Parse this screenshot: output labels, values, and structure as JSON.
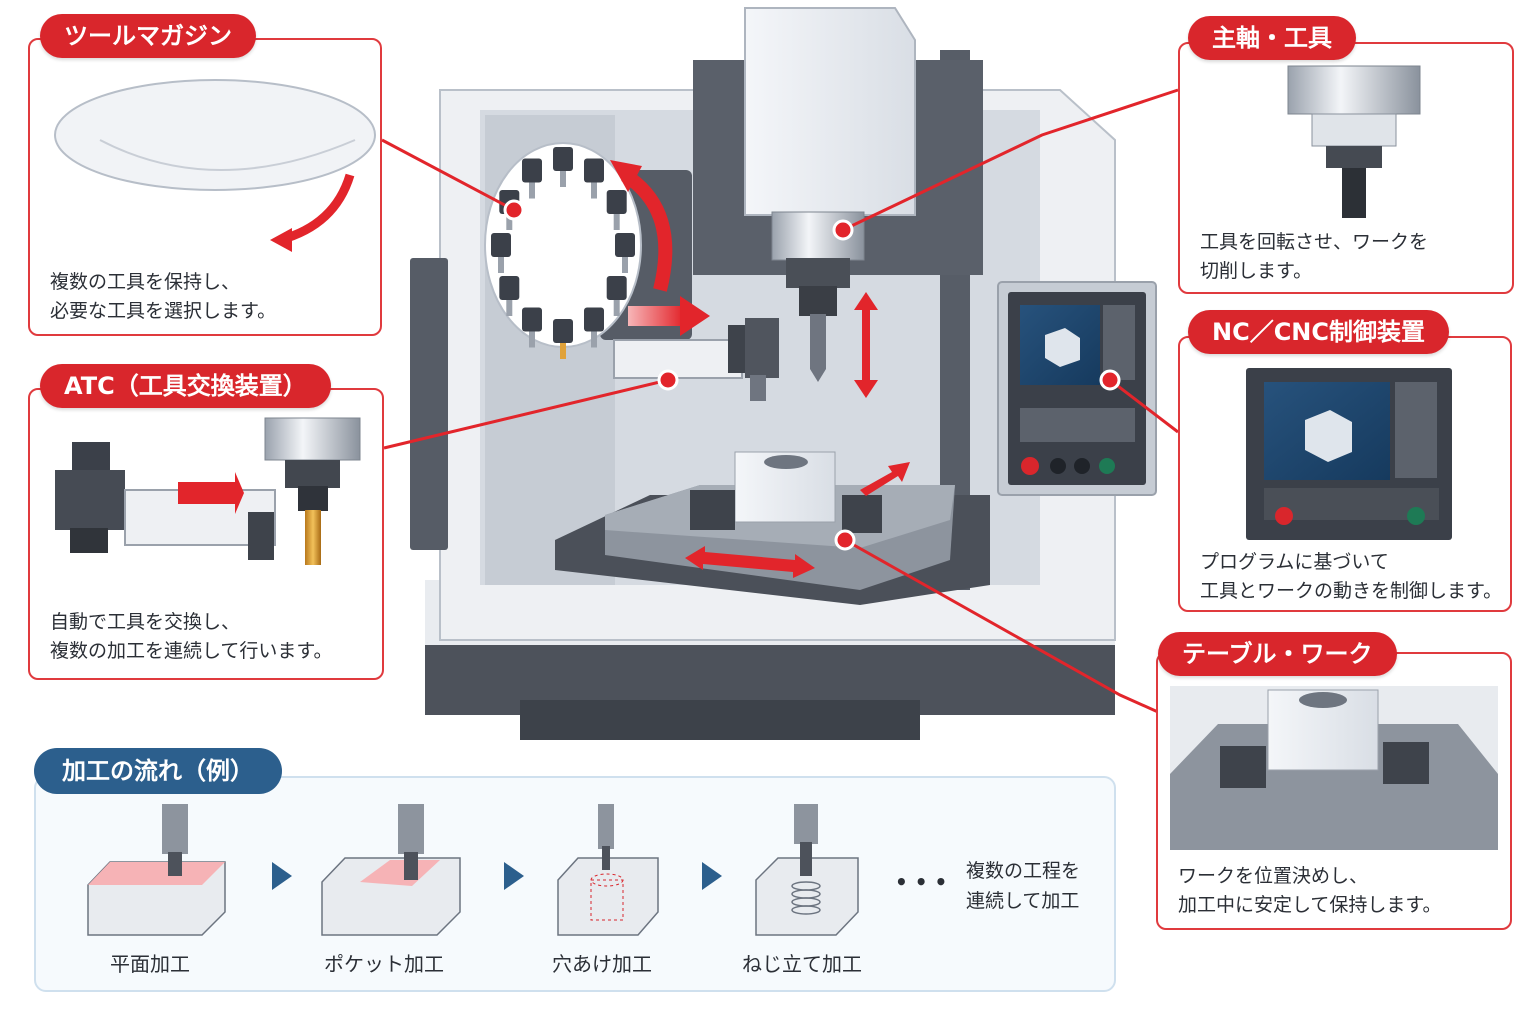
{
  "callouts": {
    "tool_magazine": {
      "title": "ツールマガジン",
      "lines": [
        "複数の工具を保持し、",
        "必要な工具を選択します。"
      ]
    },
    "atc": {
      "title": "ATC（工具交換装置）",
      "lines": [
        "自動で工具を交換し、",
        "複数の加工を連続して行います。"
      ]
    },
    "spindle": {
      "title": "主軸・工具",
      "lines": [
        "工具を回転させ、ワークを",
        "切削します。"
      ]
    },
    "nc": {
      "title": "NC／CNC制御装置",
      "lines": [
        "プログラムに基づいて",
        "工具とワークの動きを制御します。"
      ]
    },
    "table": {
      "title": "テーブル・ワーク",
      "lines": [
        "ワークを位置決めし、",
        "加工中に安定して保持します。"
      ]
    }
  },
  "flow": {
    "title": "加工の流れ（例）",
    "steps": [
      {
        "label": "平面加工"
      },
      {
        "label": "ポケット加工"
      },
      {
        "label": "穴あけ加工"
      },
      {
        "label": "ねじ立て加工"
      }
    ],
    "ellipsis": "• • •",
    "note_lines": [
      "複数の工程を",
      "連続して加工"
    ]
  },
  "colors": {
    "accent": "#d9262c",
    "flow_tag": "#2c5f8d",
    "machine_light": "#e6e9ee",
    "machine_dark": "#4a4f58"
  }
}
